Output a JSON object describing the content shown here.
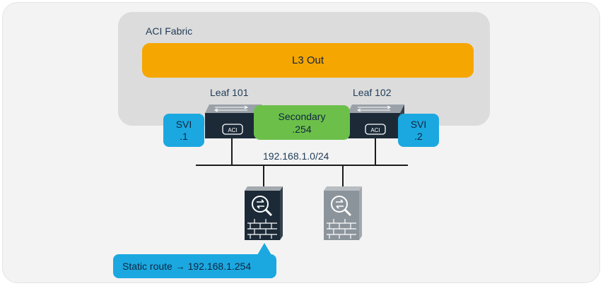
{
  "fabric": {
    "label": "ACI Fabric"
  },
  "l3out": {
    "label": "L3 Out"
  },
  "leaves": [
    {
      "label": "Leaf 101",
      "badge": "ACI"
    },
    {
      "label": "Leaf 102",
      "badge": "ACI"
    }
  ],
  "svis": [
    {
      "line1": "SVI",
      "line2": ".1"
    },
    {
      "line1": "SVI",
      "line2": ".2"
    }
  ],
  "secondary": {
    "line1": "Secondary",
    "line2": ".254"
  },
  "subnet": {
    "label": "192.168.1.0/24"
  },
  "callout": {
    "label": "Static route → 192.168.1.254"
  },
  "colors": {
    "l3out": "#f5a600",
    "svi": "#1ba8e0",
    "secondary": "#6cc04a",
    "fabric": "#dcdcdc"
  },
  "icons": {
    "leaf_switch": "leaf-switch-icon",
    "firewall": "firewall-icon"
  }
}
